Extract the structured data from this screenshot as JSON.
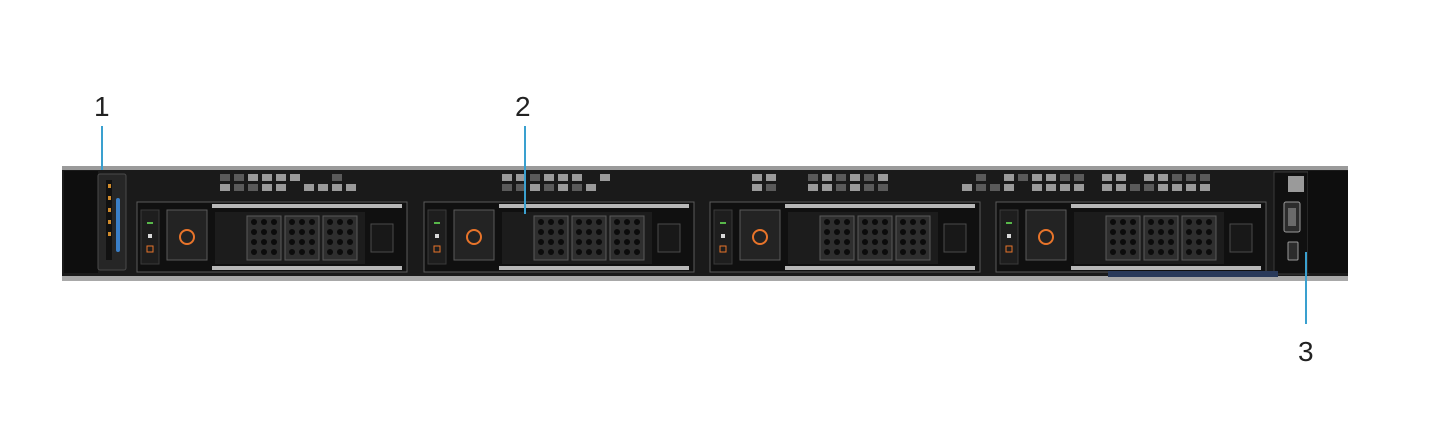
{
  "callouts": [
    {
      "number": "1"
    },
    {
      "number": "2"
    },
    {
      "number": "3"
    }
  ],
  "colors": {
    "callout_line": "#3aa0cf",
    "chassis_dark": "#141414",
    "chassis_frame": "#9a9a9a",
    "drive_release": "#e8742a",
    "status_led": "#3a7fc8",
    "activity_led": "#58b84a"
  },
  "drive_bays": [
    {
      "icon": "drive-carrier-icon"
    },
    {
      "icon": "drive-carrier-icon"
    },
    {
      "icon": "drive-carrier-icon"
    },
    {
      "icon": "drive-carrier-icon"
    }
  ]
}
